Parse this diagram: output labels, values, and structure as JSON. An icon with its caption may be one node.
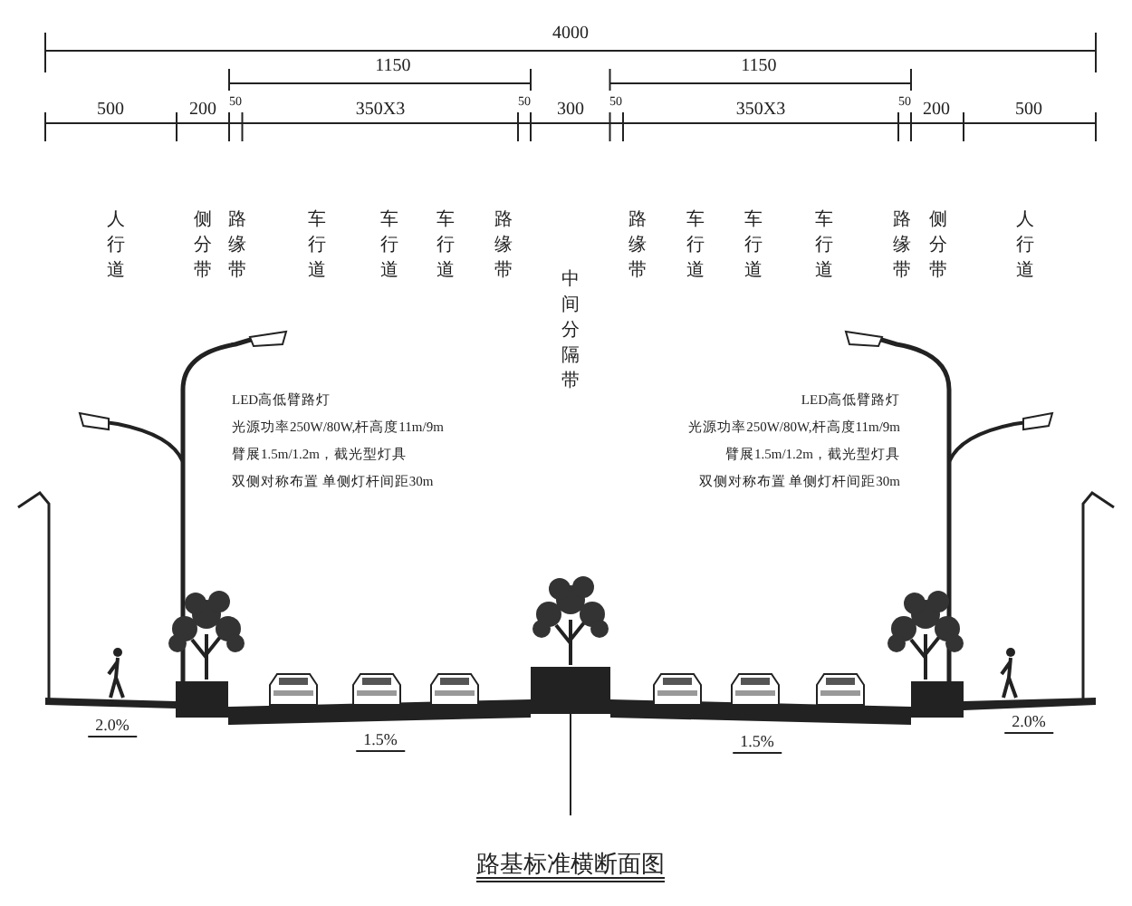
{
  "diagram": {
    "caption": "路基标准横断面图",
    "labels": [
      "4000",
      "1150",
      "1150",
      "500",
      "200",
      "50",
      "350X3",
      "50",
      "300",
      "50",
      "350X3",
      "50",
      "200",
      "500",
      "人行道",
      "侧分带",
      "路缘带",
      "车行道",
      "车行道",
      "车行道",
      "路缘带",
      "中间分隔带",
      "路缘带",
      "车行道",
      "车行道",
      "车行道",
      "路缘带",
      "侧分带",
      "人行道",
      "LED高低臂路灯",
      "光源功率250W/80W,杆高度11m/9m",
      "臂展1.5m/1.2m，截光型灯具",
      "双侧对称布置 单侧灯杆间距30m",
      "LED高低臂路灯",
      "光源功率250W/80W,杆高度11m/9m",
      "臂展1.5m/1.2m，截光型灯具",
      "双侧对称布置 单侧灯杆间距30m",
      "2.0%",
      "1.5%",
      "1.5%",
      "2.0%"
    ]
  }
}
